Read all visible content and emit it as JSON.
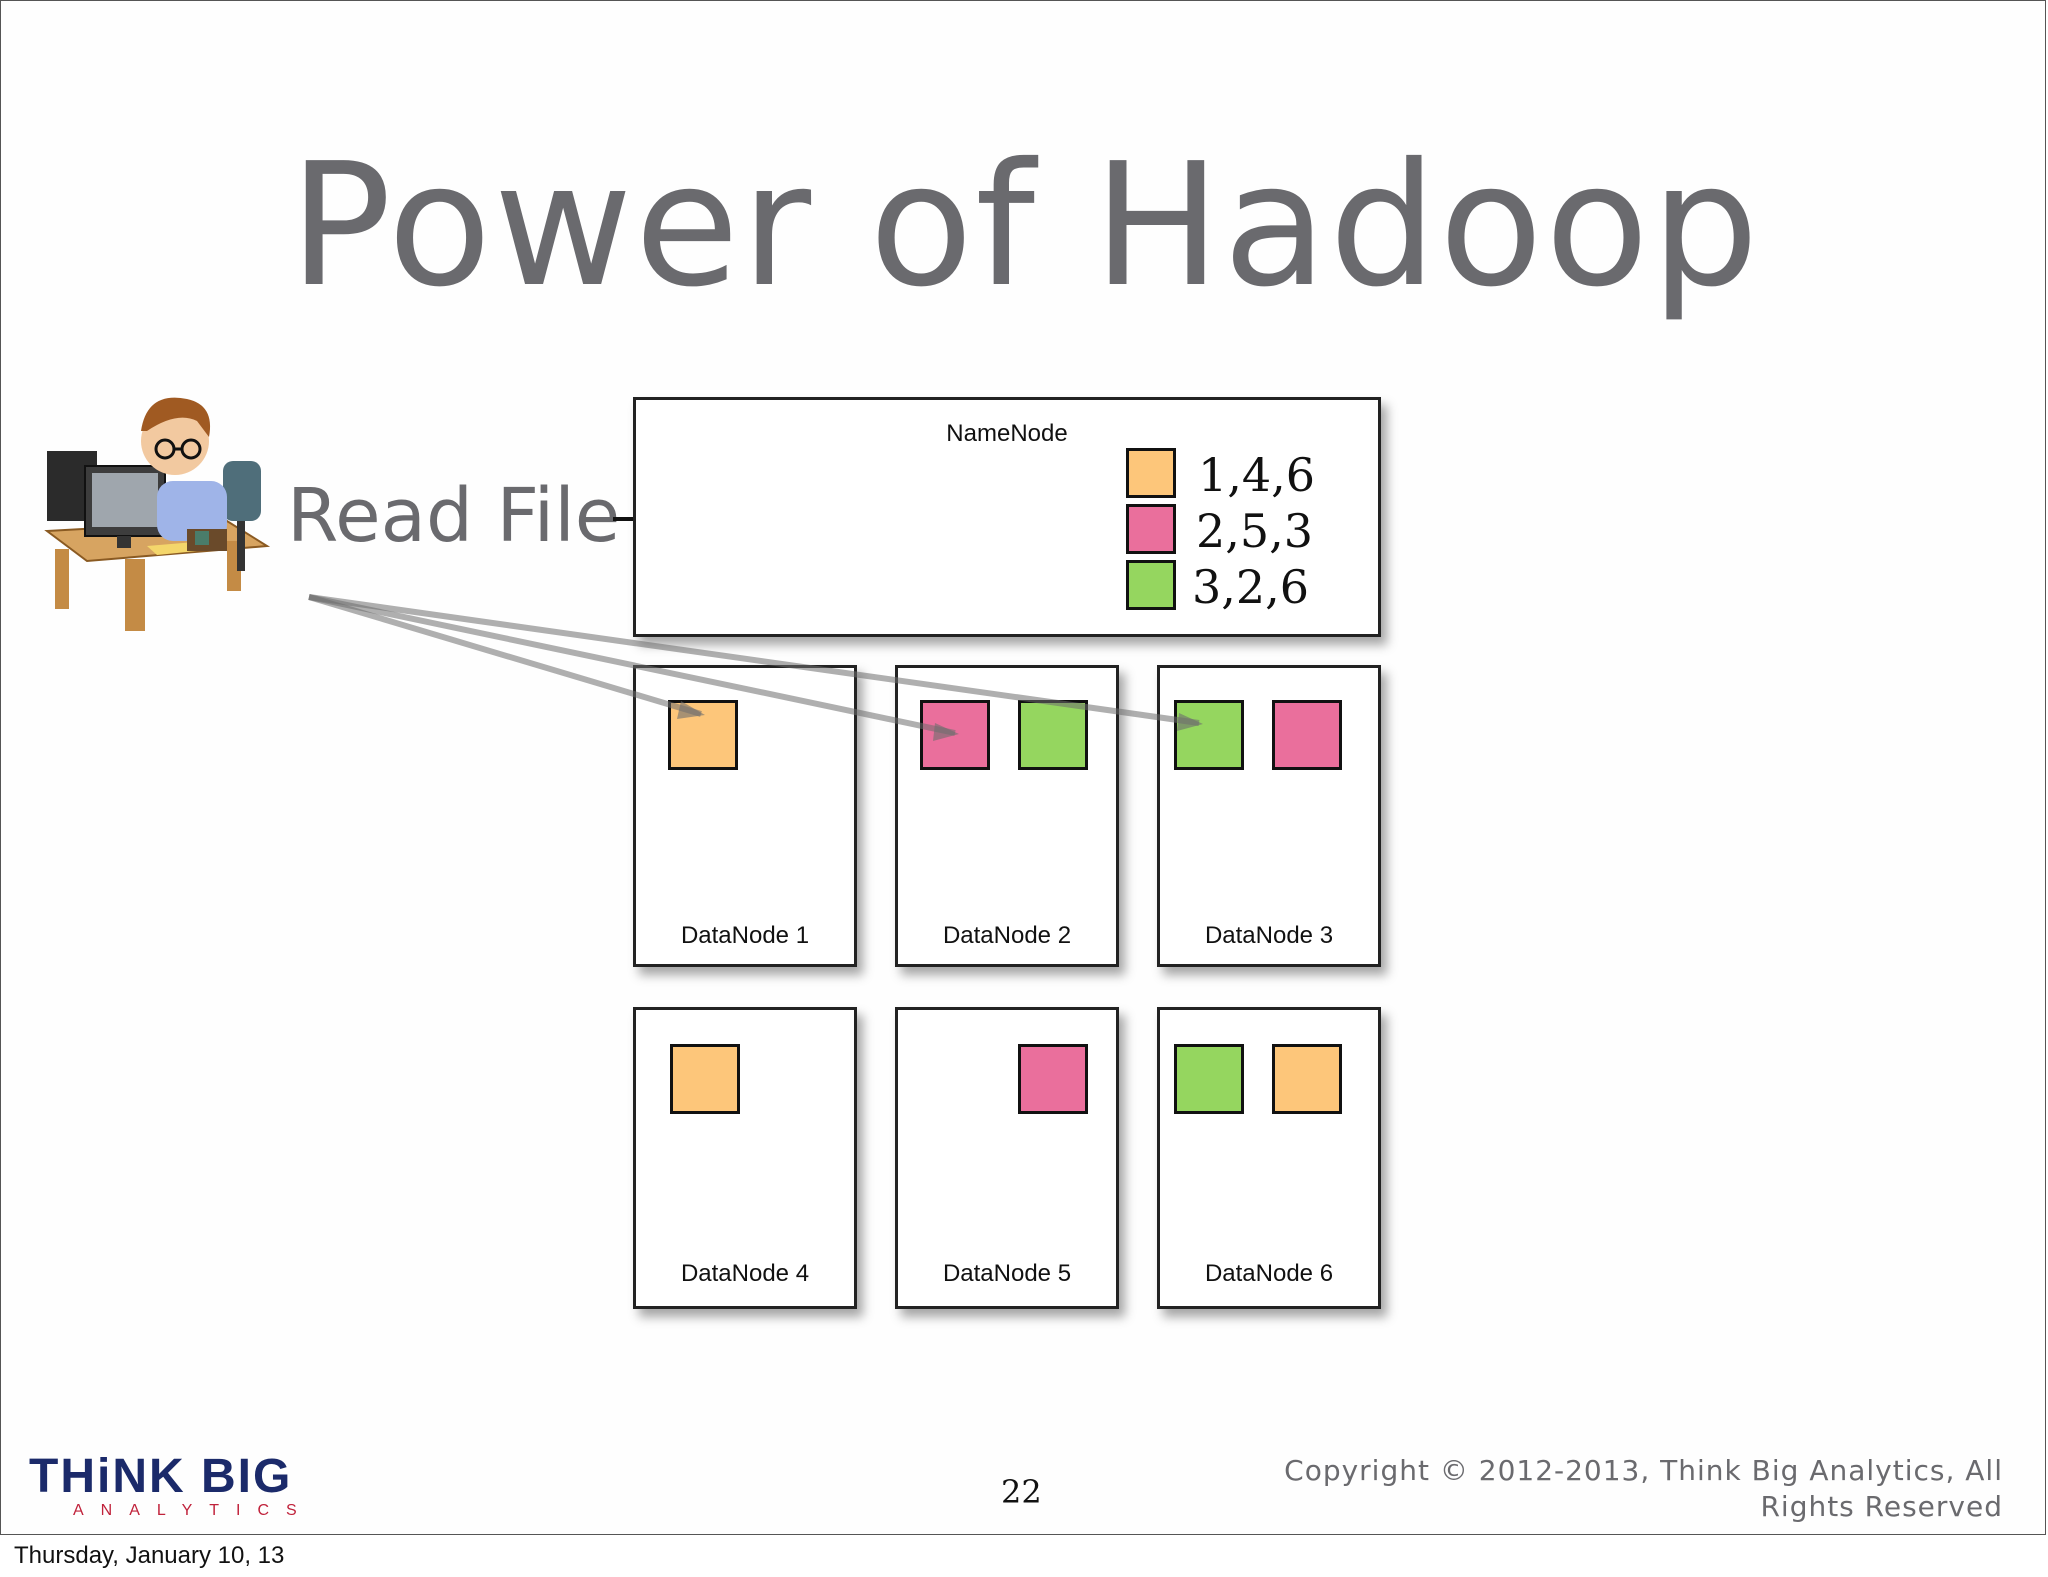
{
  "slide": {
    "title": "Power of Hadoop",
    "action_label": "Read File",
    "namenode": {
      "label": "NameNode",
      "block_map": [
        {
          "color": "#fdc67a",
          "nodes": "1,4,6"
        },
        {
          "color": "#ea6f9c",
          "nodes": "2,5,3"
        },
        {
          "color": "#95d65f",
          "nodes": "3,2,6"
        }
      ]
    },
    "datanodes": [
      {
        "label": "DataNode 1"
      },
      {
        "label": "DataNode 2"
      },
      {
        "label": "DataNode 3"
      },
      {
        "label": "DataNode 4"
      },
      {
        "label": "DataNode 5"
      },
      {
        "label": "DataNode 6"
      }
    ],
    "page_number": "22",
    "copyright_line1": "Copyright © 2012-2013, Think Big Analytics, All",
    "copyright_line2": "Rights Reserved"
  },
  "logo": {
    "main": "THiNK BIG",
    "sub": "ANALYTICS"
  },
  "footer_date": "Thursday, January 10, 13",
  "colors": {
    "orange": "#fdc67a",
    "pink": "#ea6f9c",
    "green": "#95d65f",
    "title_gray": "#6a6a6e",
    "logo_blue": "#1b2a6a",
    "logo_red": "#c0223b"
  }
}
